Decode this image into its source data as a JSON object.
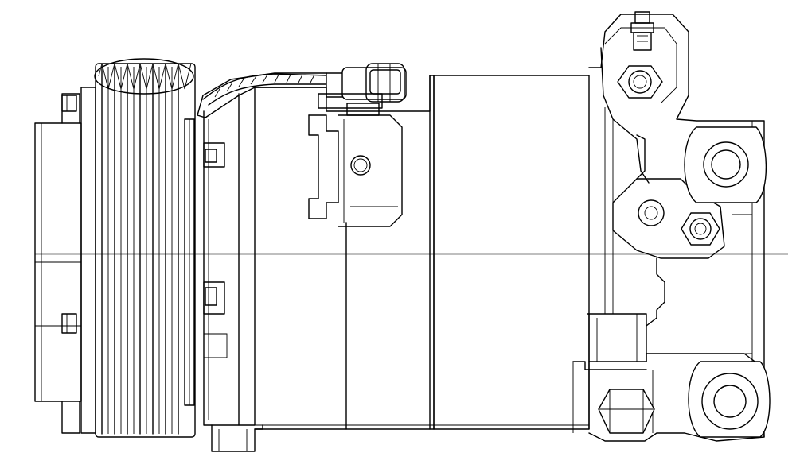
{
  "figure": {
    "subject": "compressor-line-drawing",
    "colors": {
      "stroke": "#000000",
      "background": "#ffffff"
    },
    "parts": [
      "clutch-pulley",
      "compressor-body",
      "electrical-connector",
      "mounting-bracket",
      "mounting-bolt"
    ]
  }
}
